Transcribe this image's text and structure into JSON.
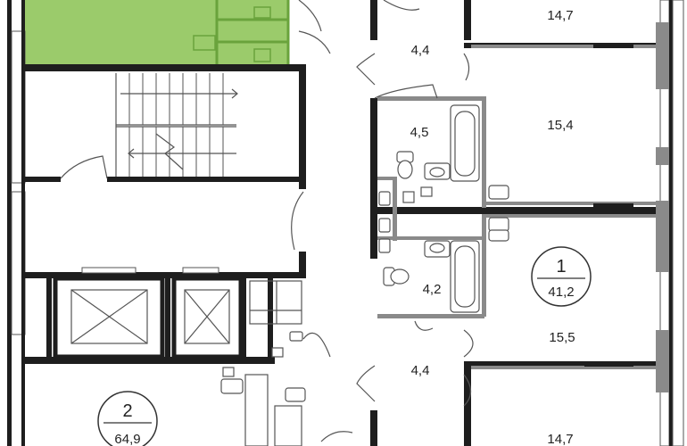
{
  "colors": {
    "highlight": "#9bcb6b",
    "highlight_dark": "#6aa33c",
    "wall": "#1e1e1e",
    "grey_wall": "#8a8a8a"
  },
  "rooms": [
    {
      "id": "room-top-right",
      "area": "14,7"
    },
    {
      "id": "room-hall-top",
      "area": "4,4"
    },
    {
      "id": "room-bath-top",
      "area": "4,5"
    },
    {
      "id": "room-living-top",
      "area": "15,4"
    },
    {
      "id": "room-bath-mid",
      "area": "4,2"
    },
    {
      "id": "room-living-mid",
      "area": "15,5"
    },
    {
      "id": "room-hall-bottom",
      "area": "4,4"
    },
    {
      "id": "room-bottom-right",
      "area": "14,7"
    }
  ],
  "units": [
    {
      "id": "unit-1",
      "number": "1",
      "area": "41,2"
    },
    {
      "id": "unit-2",
      "number": "2",
      "area": "64,9"
    }
  ]
}
